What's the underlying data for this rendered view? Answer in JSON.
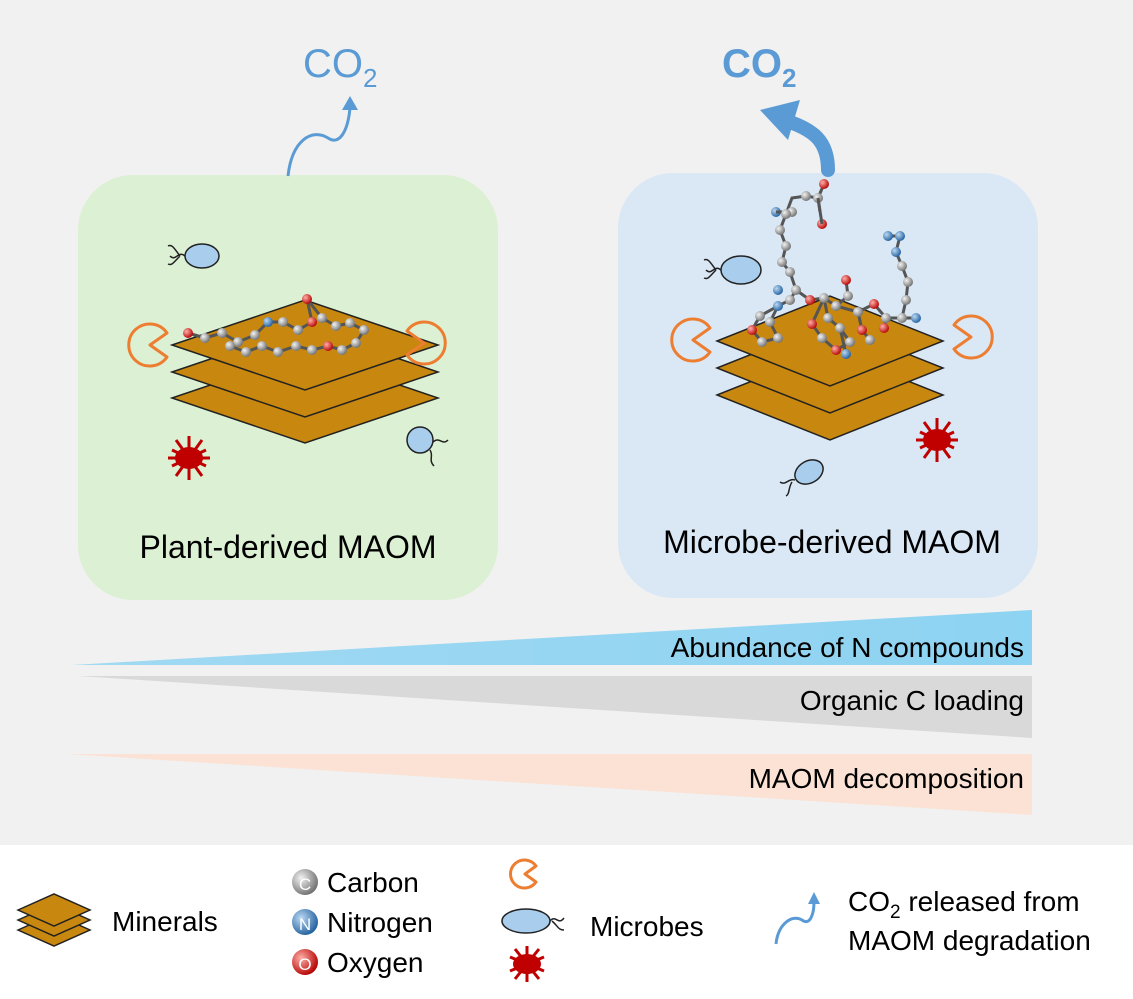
{
  "panels": {
    "plant": {
      "label": "Plant-derived MAOM",
      "co2": {
        "base": "CO",
        "sub": "2"
      }
    },
    "microbe": {
      "label": "Microbe-derived MAOM",
      "co2": {
        "base": "CO",
        "sub": "2"
      }
    }
  },
  "gradients": [
    {
      "label": "Abundance of N compounds",
      "color": "#8dd3f2"
    },
    {
      "label": "Organic C loading",
      "color": "#d9d9d9"
    },
    {
      "label": "MAOM decomposition",
      "color": "#fbe2d5"
    }
  ],
  "legend": {
    "minerals": "Minerals",
    "atoms": [
      {
        "letter": "C",
        "label": "Carbon",
        "color": "#7f7f7f"
      },
      {
        "letter": "N",
        "label": "Nitrogen",
        "color": "#2e75b6"
      },
      {
        "letter": "O",
        "label": "Oxygen",
        "color": "#c00000"
      }
    ],
    "microbes": "Microbes",
    "co2_line1_base": "CO",
    "co2_line1_sub": "2",
    "co2_line1_rest": " released from",
    "co2_line2": "MAOM degradation"
  },
  "colors": {
    "mineral": "#c8870e",
    "plant_panel": "#dcf1d4",
    "microbe_panel": "#dae8f6",
    "co2_arrow": "#5b9bd5",
    "pacman": "#ed7d31",
    "mite": "#c00000",
    "microbe_body": "#a9cdec"
  }
}
